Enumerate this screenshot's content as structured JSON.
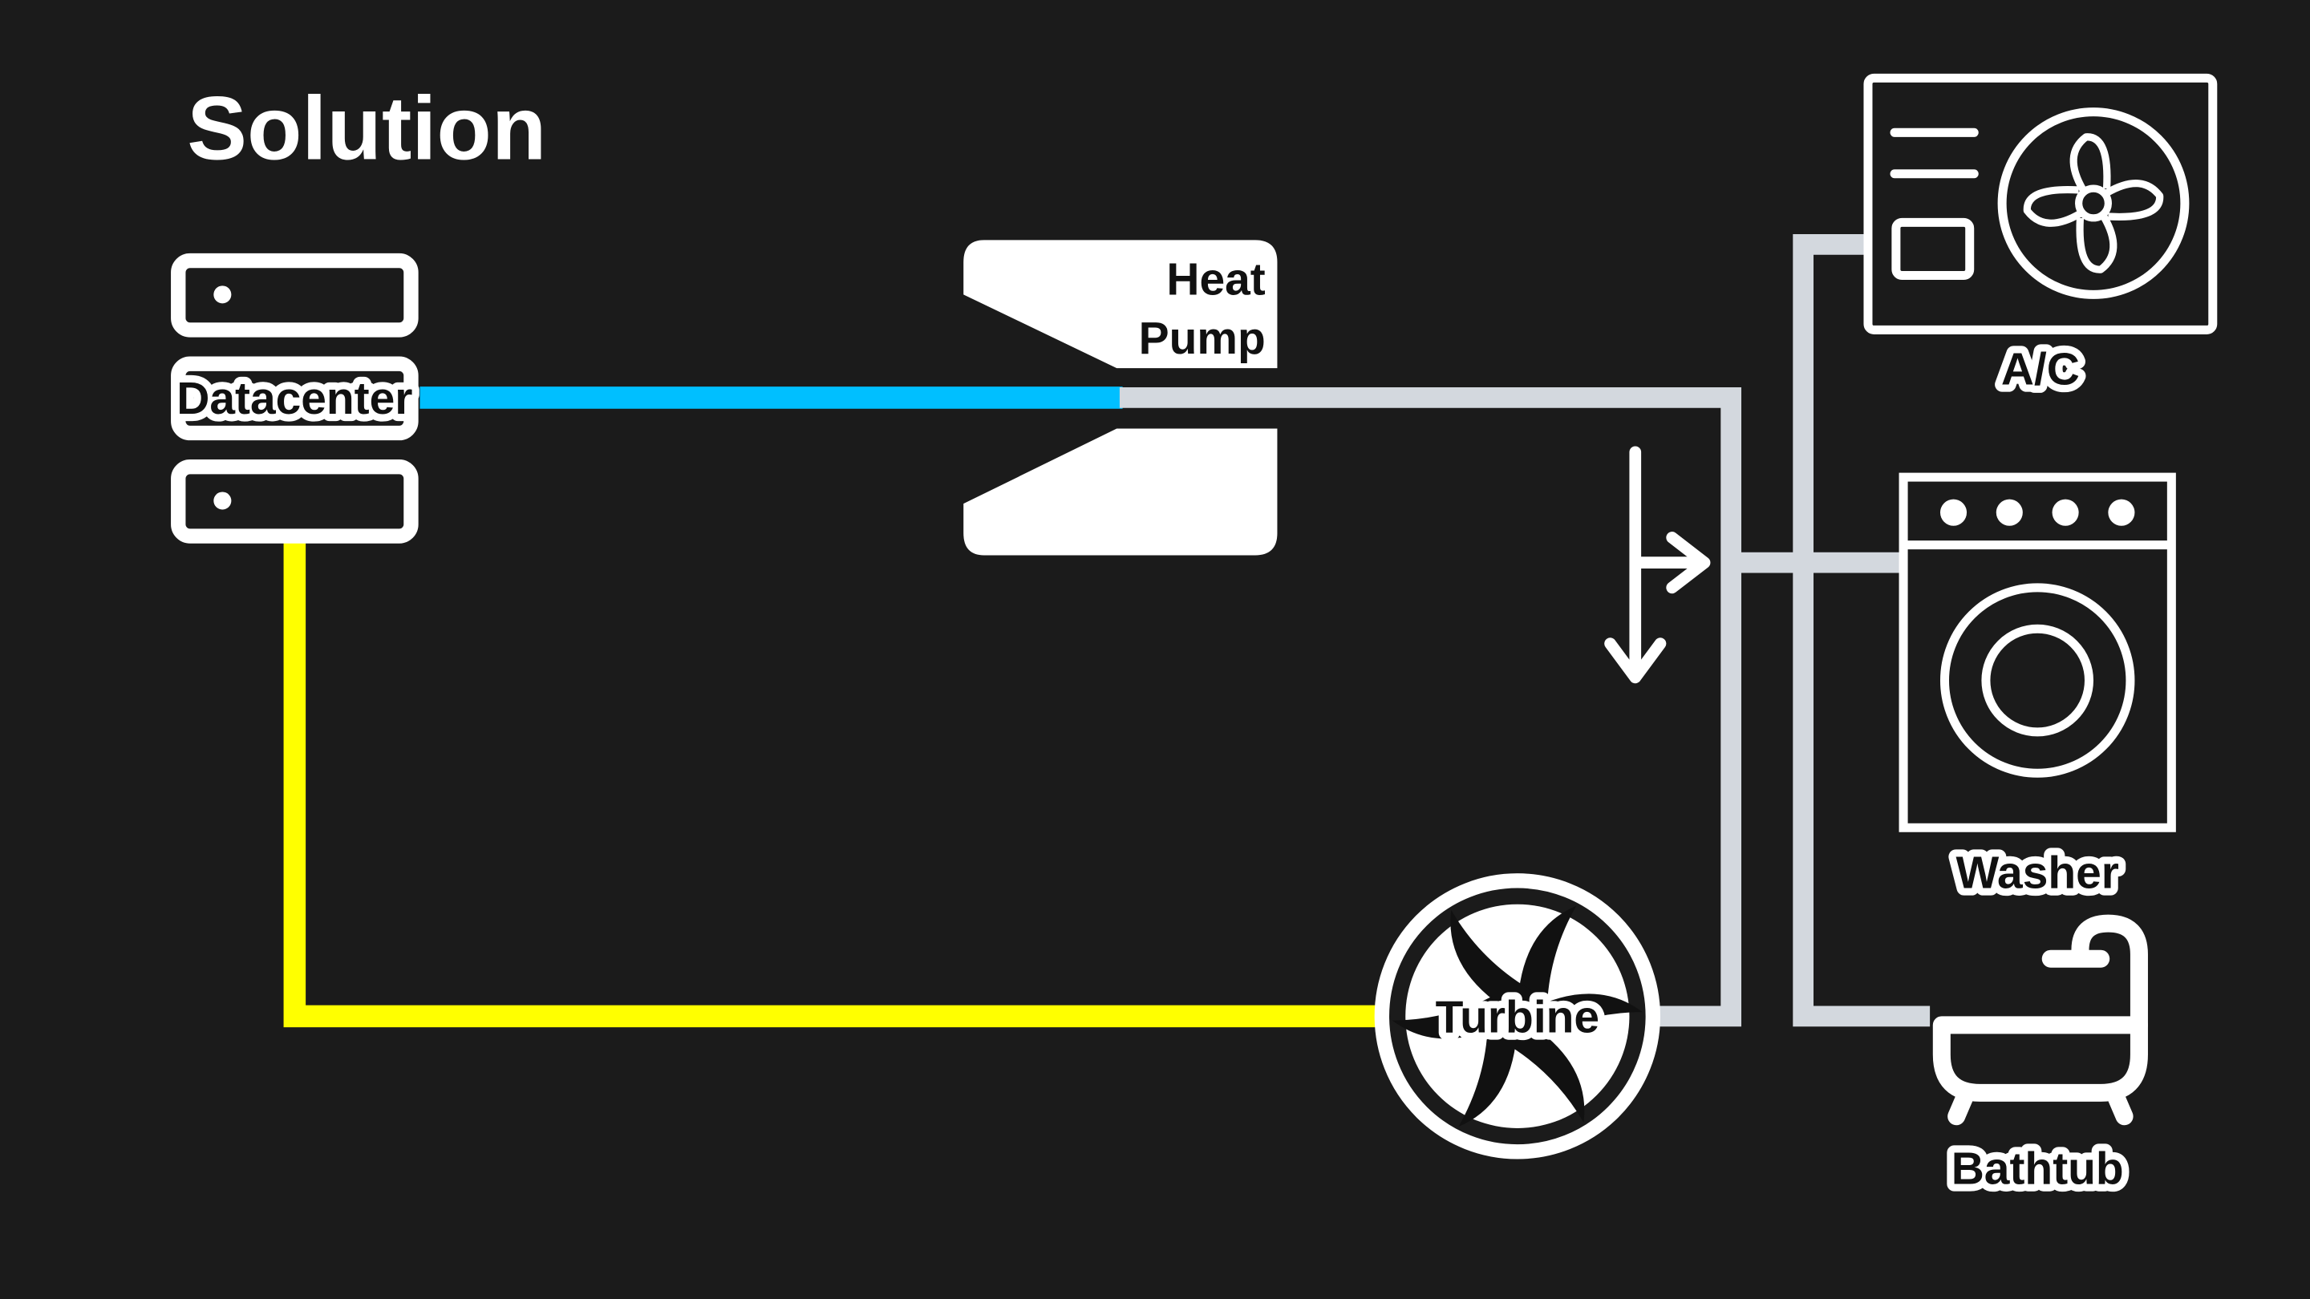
{
  "title": "Solution",
  "labels": {
    "datacenter": "Datacenter",
    "heat_pump_line1": "Heat",
    "heat_pump_line2": "Pump",
    "turbine": "Turbine",
    "ac": "A/C",
    "washer": "Washer",
    "bathtub": "Bathtub"
  },
  "colors": {
    "background": "#1b1b1b",
    "cold_pipe": "#00bfff",
    "hot_pipe": "#ffff00",
    "grey_pipe": "#d3d8de",
    "icon": "#ffffff"
  },
  "icons": {
    "datacenter": "server-rack-icon",
    "heat_pump": "heat-pump-icon",
    "turbine": "turbine-fan-icon",
    "ac": "air-conditioner-icon",
    "washer": "washing-machine-icon",
    "bathtub": "bathtub-icon",
    "flow": "flow-direction-arrows-icon"
  }
}
